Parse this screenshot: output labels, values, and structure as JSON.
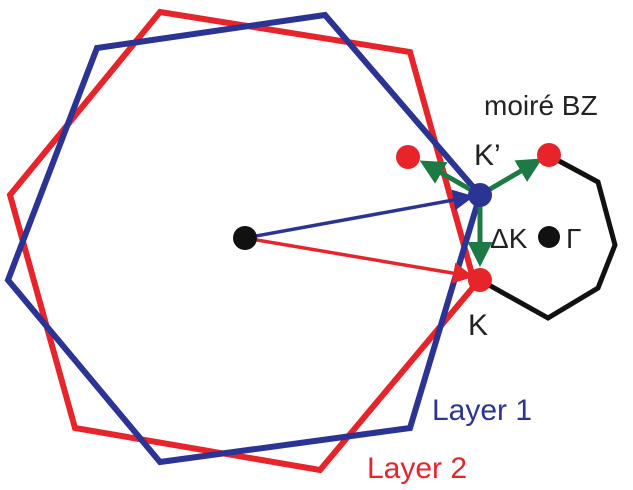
{
  "labels": {
    "moire_bz": "moiré BZ",
    "k_prime": "K’",
    "delta_k": "ΔK",
    "gamma": "Γ",
    "k": "K",
    "layer1": "Layer 1",
    "layer2": "Layer 2"
  },
  "colors": {
    "layer1": "#2b3494",
    "layer2": "#e8242b",
    "moire": "#111111",
    "vector": "#1e7a45",
    "point": "#111111"
  }
}
